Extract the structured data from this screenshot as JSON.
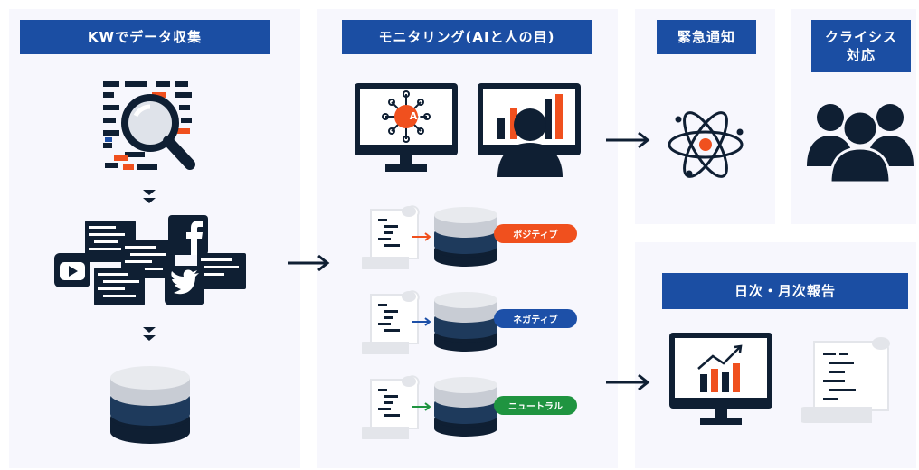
{
  "colors": {
    "navy": "#1b4ea3",
    "dark": "#0f1f33",
    "orange": "#f0501e",
    "blue": "#1d50a8",
    "green": "#1f9440",
    "panel": "#f7f7fd"
  },
  "panel1": {
    "title": "KWでデータ収集"
  },
  "panel2": {
    "title": "モニタリング(AIと人の目)",
    "ai_label": "AI",
    "sentiments": [
      {
        "label": "ポジティブ",
        "color": "#f0501e"
      },
      {
        "label": "ネガティブ",
        "color": "#1d50a8"
      },
      {
        "label": "ニュートラル",
        "color": "#1f9440"
      }
    ]
  },
  "panel3": {
    "title": "緊急通知"
  },
  "panel4": {
    "title_line1": "クライシス",
    "title_line2": "対応"
  },
  "panel5": {
    "title": "日次・月次報告"
  },
  "icons": [
    "search-icon",
    "facebook-icon",
    "youtube-icon",
    "twitter-icon",
    "database-icon",
    "monitor-icon",
    "atom-icon",
    "people-icon",
    "document-icon",
    "arrow-right-icon"
  ]
}
